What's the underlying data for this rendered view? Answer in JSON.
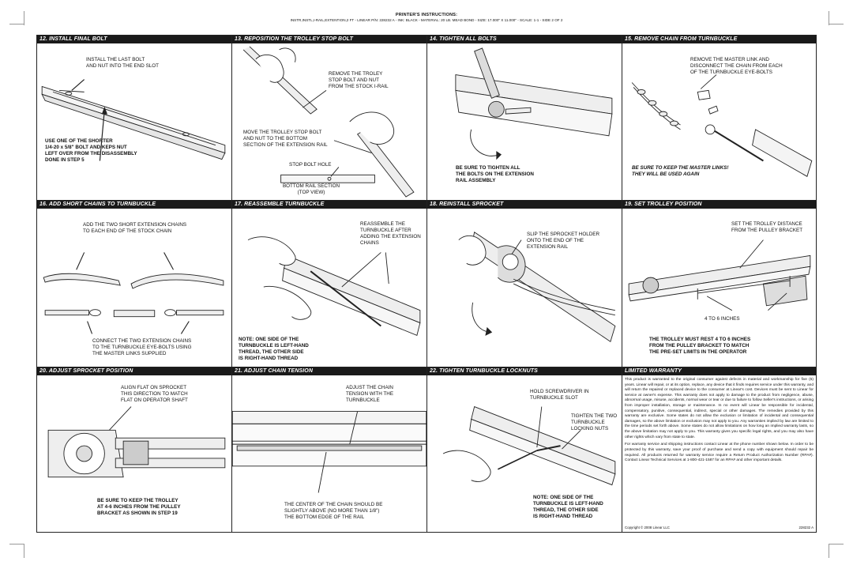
{
  "printer": {
    "title": "PRINTER'S INSTRUCTIONS:",
    "details": "INSTR,INSTL,I-RAIL,EXTENTION,2 FT - LINEAR P/N: 228232 A - INK: BLACK - MATERIAL: 20 LB. MEAD BOND - SIZE: 17.000\" X 11.000\" - SCALE: 1-1 - SIDE 2 OF 2"
  },
  "steps": {
    "s12": {
      "title": "12. INSTALL FINAL BOLT",
      "callout": "INSTALL THE LAST BOLT\nAND NUT INTO THE END SLOT",
      "note": "USE ONE OF THE SHORTER\n1/4-20 x 5/8\" BOLT AND KEPS NUT\nLEFT OVER FROM THE DISASSEMBLY\nDONE IN STEP 5"
    },
    "s13": {
      "title": "13. REPOSITION THE TROLLEY STOP BOLT",
      "callout1": "REMOVE THE TROLEY\nSTOP BOLT AND NUT\nFROM THE STOCK I-RAIL",
      "callout2": "MOVE THE TROLLEY STOP BOLT\nAND NUT TO THE BOTTOM\nSECTION OF THE EXTENSION RAIL",
      "hole_label": "STOP BOLT HOLE",
      "rail_label": "BOTTOM RAIL SECTION\n(TOP VIEW)"
    },
    "s14": {
      "title": "14. TIGHTEN ALL BOLTS",
      "note": "BE SURE TO TIGHTEN ALL\nTHE BOLTS ON THE EXTENSION\nRAIL ASSEMBLY"
    },
    "s15": {
      "title": "15. REMOVE CHAIN FROM TURNBUCKLE",
      "callout": "REMOVE THE MASTER LINK AND\nDISCONNECT THE CHAIN FROM EACH\nOF THE TURNBUCKLE EYE-BOLTS",
      "note": "BE SURE TO KEEP THE MASTER LINKS!\nTHEY WILL BE USED AGAIN"
    },
    "s16": {
      "title": "16. ADD SHORT CHAINS TO TURNBUCKLE",
      "callout1": "ADD THE TWO SHORT EXTENSION CHAINS\nTO EACH END OF THE STOCK CHAIN",
      "callout2": "CONNECT THE TWO EXTENSION CHAINS\nTO THE TURNBUCKLE EYE-BOLTS USING\nTHE MASTER LINKS SUPPLIED"
    },
    "s17": {
      "title": "17. REASSEMBLE TURNBUCKLE",
      "callout": "REASSEMBLE THE\nTURNBUCKLE AFTER\nADDING THE EXTENSION\nCHAINS",
      "note": "NOTE: ONE SIDE OF THE\nTURNBUCKLE IS LEFT-HAND\nTHREAD, THE OTHER SIDE\nIS RIGHT-HAND THREAD"
    },
    "s18": {
      "title": "18. REINSTALL SPROCKET",
      "callout": "SLIP THE SPROCKET HOLDER\nONTO THE END OF THE\nEXTENSION RAIL"
    },
    "s19": {
      "title": "19. SET TROLLEY POSITION",
      "callout": "SET THE TROLLEY DISTANCE\nFROM THE PULLEY BRACKET",
      "dimension": "4 TO 6 INCHES",
      "note": "THE TROLLEY MUST REST 4 TO 6 INCHES\nFROM THE PULLEY BRACKET TO MATCH\nTHE PRE-SET LIMITS IN THE OPERATOR"
    },
    "s20": {
      "title": "20. ADJUST SPROCKET POSITION",
      "callout": "ALIGN FLAT ON SPROCKET\nTHIS DIRECTION TO MATCH\nFLAT ON OPERATOR SHAFT",
      "note": "BE SURE TO KEEP THE TROLLEY\nAT 4-6 INCHES FROM THE PULLEY\nBRACKET AS SHOWN IN STEP 19"
    },
    "s21": {
      "title": "21. ADJUST CHAIN TENSION",
      "callout": "ADJUST THE CHAIN\nTENSION WITH THE\nTURNBUCKLE",
      "note": "THE CENTER OF THE CHAIN SHOULD BE\nSLIGHTLY ABOVE (NO MORE THAN 1/8\")\nTHE BOTTOM EDGE OF THE RAIL"
    },
    "s22": {
      "title": "22. TIGHTEN TURNBUCKLE LOCKNUTS",
      "callout1": "HOLD SCREWDRIVER IN\nTURNBUCKLE SLOT",
      "callout2": "TIGHTEN THE TWO\nTURNBUCKLE\nLOCKING NUTS",
      "note": "NOTE: ONE SIDE OF THE\nTURNBUCKLE IS LEFT-HAND\nTHREAD, THE OTHER SIDE\nIS RIGHT-HAND THREAD"
    }
  },
  "warranty": {
    "title": "LIMITED WARRANTY",
    "p1": "This product is warranted to the original consumer against defects in material and workmanship for five (5) years. Linear will repair, or at its option, replace, any device that it finds requires service under this warranty, and will return the repaired or replaced device to the consumer at Linear's cost. Devices must be sent to Linear for service at owner's expense. This warranty does not apply to damage to the product from negligence, abuse, abnormal usage, misuse, accidents, normal wear or tear or due to failure to follow Seller's instructions, or arising from improper installation, storage or maintenance. In no event will Linear be responsible for incidental, compensatory, punitive, consequential, indirect, special or other damages. The remedies provided by this warranty are exclusive. Some states do not allow the exclusion or limitation of incidental and consequential damages, so the above limitation or exclusion may not apply to you. Any warranties implied by law are limited to the time periods set forth above. Some states do not allow limitations on how long an implied warranty lasts, so the above limitation may not apply to you. This warranty gives you specific legal rights, and you may also have other rights which vary from state to state.",
    "p2": "For warranty service and shipping instructions contact Linear at the phone number shown below. In order to be protected by this warranty, save your proof of purchase and send a copy with equipment should repair be required. All products returned for warranty service require a Return Product Authorization Number (RPA#). Contact Linear Technical Services at 1-800-421-1587 for an RPA# and other important details.",
    "copyright": "Copyright © 2008 Linear LLC",
    "part": "228232 A"
  }
}
